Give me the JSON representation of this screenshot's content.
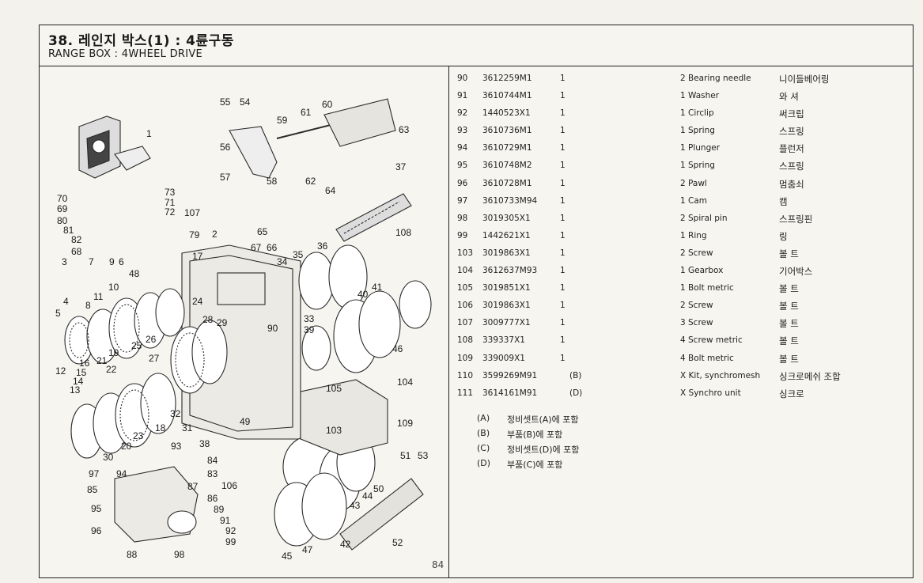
{
  "header": {
    "title_ko": "38. 레인지 박스(1) : 4륜구동",
    "title_en": "RANGE BOX : 4WHEEL DRIVE"
  },
  "page_number": "84",
  "parts": [
    {
      "no": "90",
      "part": "3612259M1",
      "qty": "1",
      "note": "",
      "desc": "2 Bearing needle",
      "ko": "니이들베어링"
    },
    {
      "no": "91",
      "part": "3610744M1",
      "qty": "1",
      "note": "",
      "desc": "1 Washer",
      "ko": "와  셔"
    },
    {
      "no": "92",
      "part": "1440523X1",
      "qty": "1",
      "note": "",
      "desc": "1 Circlip",
      "ko": "써크립"
    },
    {
      "no": "93",
      "part": "3610736M1",
      "qty": "1",
      "note": "",
      "desc": "1 Spring",
      "ko": "스프링"
    },
    {
      "no": "94",
      "part": "3610729M1",
      "qty": "1",
      "note": "",
      "desc": "1 Plunger",
      "ko": "플런저"
    },
    {
      "no": "95",
      "part": "3610748M2",
      "qty": "1",
      "note": "",
      "desc": "1 Spring",
      "ko": "스프링"
    },
    {
      "no": "96",
      "part": "3610728M1",
      "qty": "1",
      "note": "",
      "desc": "2 Pawl",
      "ko": "멈춤쇠"
    },
    {
      "no": "97",
      "part": "3610733M94",
      "qty": "1",
      "note": "",
      "desc": "1 Cam",
      "ko": "캠"
    },
    {
      "no": "98",
      "part": "3019305X1",
      "qty": "1",
      "note": "",
      "desc": "2 Spiral pin",
      "ko": "스프링핀"
    },
    {
      "no": "99",
      "part": "1442621X1",
      "qty": "1",
      "note": "",
      "desc": "1 Ring",
      "ko": "링"
    },
    {
      "no": "103",
      "part": "3019863X1",
      "qty": "1",
      "note": "",
      "desc": "2 Screw",
      "ko": "볼  트"
    },
    {
      "no": "104",
      "part": "3612637M93",
      "qty": "1",
      "note": "",
      "desc": "1 Gearbox",
      "ko": "기어박스"
    },
    {
      "no": "105",
      "part": "3019851X1",
      "qty": "1",
      "note": "",
      "desc": "1 Bolt metric",
      "ko": "볼  트"
    },
    {
      "no": "106",
      "part": "3019863X1",
      "qty": "1",
      "note": "",
      "desc": "2 Screw",
      "ko": "볼  트"
    },
    {
      "no": "107",
      "part": "3009777X1",
      "qty": "1",
      "note": "",
      "desc": "3 Screw",
      "ko": "볼  트"
    },
    {
      "no": "108",
      "part": "339337X1",
      "qty": "1",
      "note": "",
      "desc": "4 Screw metric",
      "ko": "볼  트"
    },
    {
      "no": "109",
      "part": "339009X1",
      "qty": "1",
      "note": "",
      "desc": "4 Bolt metric",
      "ko": "볼  트"
    },
    {
      "no": "110",
      "part": "3599269M91",
      "qty": "",
      "note": "(B)",
      "desc": "X Kit, synchromesh",
      "ko": "싱크로메쉬 조합"
    },
    {
      "no": "111",
      "part": "3614161M91",
      "qty": "",
      "note": "(D)",
      "desc": "X Synchro unit",
      "ko": "싱크로"
    }
  ],
  "notes": [
    {
      "code": "(A)",
      "text": "정비셋트(A)에 포함"
    },
    {
      "code": "(B)",
      "text": "부품(B)에 포함"
    },
    {
      "code": "(C)",
      "text": "정비셋트(D)에 포함"
    },
    {
      "code": "(D)",
      "text": "부품(C)에 포함"
    }
  ],
  "callouts": [
    "1",
    "2",
    "3",
    "4",
    "5",
    "6",
    "7",
    "8",
    "9",
    "10",
    "11",
    "12",
    "13",
    "14",
    "15",
    "16",
    "17",
    "18",
    "19",
    "20",
    "21",
    "22",
    "23",
    "24",
    "25",
    "26",
    "27",
    "28",
    "29",
    "30",
    "31",
    "32",
    "33",
    "34",
    "35",
    "36",
    "37",
    "38",
    "39",
    "40",
    "41",
    "42",
    "43",
    "44",
    "45",
    "46",
    "47",
    "48",
    "49",
    "50",
    "51",
    "52",
    "53",
    "54",
    "55",
    "56",
    "57",
    "58",
    "59",
    "60",
    "61",
    "62",
    "63",
    "64",
    "65",
    "66",
    "67",
    "68",
    "69",
    "70",
    "71",
    "72",
    "73",
    "79",
    "80",
    "81",
    "82",
    "83",
    "84",
    "85",
    "86",
    "87",
    "88",
    "89",
    "90",
    "91",
    "92",
    "93",
    "94",
    "95",
    "96",
    "97",
    "98",
    "99",
    "103",
    "104",
    "105",
    "106",
    "107",
    "108",
    "109"
  ]
}
